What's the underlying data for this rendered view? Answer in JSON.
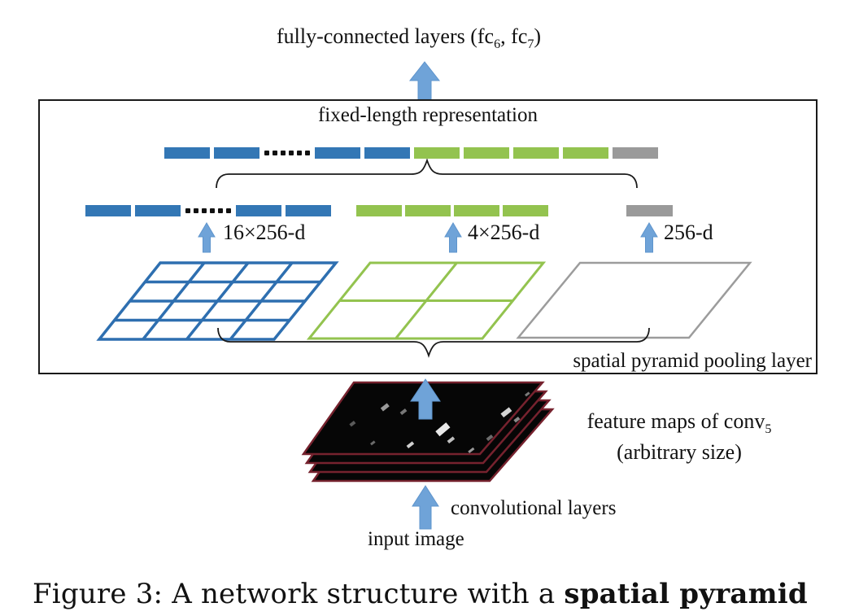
{
  "colors": {
    "blue": "#3377b5",
    "green": "#93c34f",
    "gray": "#9a9a9a",
    "grid_blue": "#2e6fb0",
    "grid_green": "#93c34f",
    "grid_gray": "#9c9c9c",
    "arrow": "#6fa3d8",
    "arrow_edge": "#5e94cc",
    "maroon": "#76222e",
    "ink": "#111111"
  },
  "top": {
    "fc_prefix": "fully-connected layers (fc",
    "fc_sub6": "6",
    "fc_mid": ", fc",
    "fc_sub7": "7",
    "fc_suffix": ")"
  },
  "box": {
    "title": "fixed-length representation",
    "spp_label": "spatial pyramid pooling layer"
  },
  "levels": [
    {
      "label": "16×256-d",
      "bins": "4×4"
    },
    {
      "label": "4×256-d",
      "bins": "2×2"
    },
    {
      "label": "256-d",
      "bins": "1×1"
    }
  ],
  "bars": {
    "dots_count": 6,
    "top_row": {
      "segments": [
        {
          "color": "blue",
          "count": 2
        },
        {
          "type": "dots"
        },
        {
          "color": "blue",
          "count": 2
        },
        {
          "color": "green",
          "count": 4
        },
        {
          "color": "gray",
          "count": 1
        }
      ]
    },
    "level16": {
      "segments": [
        {
          "color": "blue",
          "count": 2
        },
        {
          "type": "dots"
        },
        {
          "color": "blue",
          "count": 2
        }
      ]
    },
    "level4": {
      "segments": [
        {
          "color": "green",
          "count": 4
        }
      ]
    },
    "level1": {
      "segments": [
        {
          "color": "gray",
          "count": 1
        }
      ]
    }
  },
  "feature_maps": {
    "label_prefix": "feature maps of conv",
    "label_sub": "5",
    "label_line2": "(arbitrary size)"
  },
  "flow": {
    "conv_label": "convolutional layers",
    "input_label": "input image"
  },
  "caption": {
    "normal": "Figure 3: A network structure with a ",
    "bold": "spatial pyramid"
  }
}
